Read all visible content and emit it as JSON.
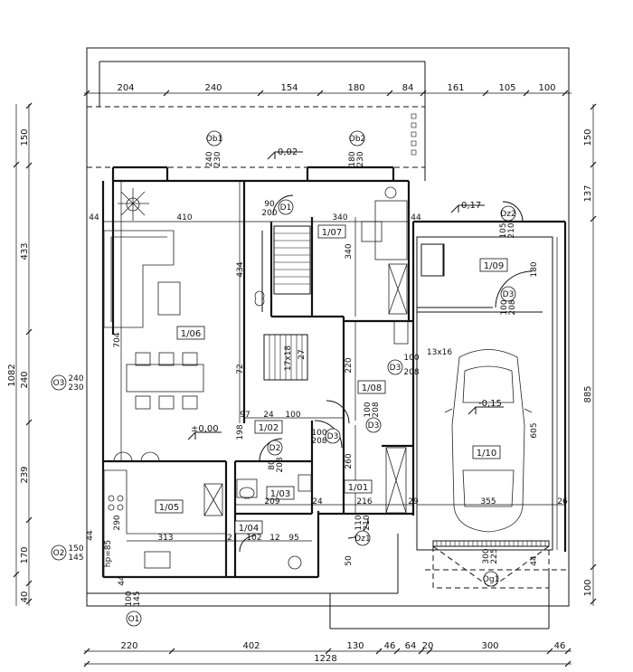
{
  "top_dims": [
    "204",
    "240",
    "154",
    "180",
    "84",
    "161",
    "105",
    "100"
  ],
  "bottom_dims": [
    "220",
    "402",
    "130",
    "46",
    "64",
    "20",
    "300",
    "46"
  ],
  "bottom_total": "1228",
  "left_outer_dims": [
    "150",
    "433",
    "1082",
    "170",
    "40"
  ],
  "left_inner_dims": [
    "240",
    "239"
  ],
  "right_dims": [
    "150",
    "137",
    "885",
    "100"
  ],
  "rooms": {
    "r107": "1/07",
    "r106": "1/06",
    "r105": "1/05",
    "r104": "1/04",
    "r103": "1/03",
    "r102": "1/02",
    "r101": "1/01",
    "r108": "1/08",
    "r109": "1/09",
    "r110": "1/10"
  },
  "levels": {
    "l1": "0,02",
    "l2": "0,17",
    "l3": "±0,00",
    "l4": "-0,15"
  },
  "symbols": {
    "ob1": "Ob1",
    "ob2": "Ob2",
    "d1": "D1",
    "d2": "D2",
    "d3a": "D3",
    "d3b": "D3",
    "d3c": "D3",
    "d3d": "D3",
    "dz1": "Dz1",
    "dz2": "Dz2",
    "og1": "Og1",
    "o1": "O1",
    "o2": "O2",
    "o3": "O3"
  },
  "labels": {
    "ob1_w": "240",
    "ob1_h": "230",
    "ob2_w": "180",
    "ob2_h": "230",
    "d1_w": "90",
    "d1_h": "200",
    "w44a": "44",
    "w410": "410",
    "w340": "340",
    "w44b": "44",
    "h434": "434",
    "h340": "340",
    "h704": "704",
    "h72": "72",
    "h198": "198",
    "h220": "220",
    "h260": "260",
    "h605": "605",
    "stairs": "17x18",
    "stairs_h": "27",
    "w97": "97",
    "w24a": "24",
    "w100a": "100",
    "d2_w": "80",
    "d2_h": "208",
    "d3_w": "100",
    "d3_h": "208",
    "d3b_w": "100",
    "d3b_h": "208",
    "d3c_w": "100",
    "d3c_h": "208",
    "d3d_w": "100",
    "d3d_h": "208",
    "dz2_w": "105",
    "dz2_h": "210",
    "dz1_w": "110",
    "dz1_h": "210",
    "w13x16": "13x16",
    "w180": "180",
    "w290": "290",
    "w313": "313",
    "w209": "209",
    "w24b": "24",
    "w216": "216",
    "w29": "29",
    "w355": "355",
    "w26": "26",
    "w2": "2",
    "w102": "102",
    "w12": "12",
    "w95": "95",
    "w50": "50",
    "w44c": "44",
    "o2_w": "150",
    "o2_h": "145",
    "o3_w": "240",
    "o3_h": "230",
    "o1_w": "100",
    "o1_h": "145",
    "hp": "hp=85",
    "w44d": "44",
    "w44e": "44",
    "og1_w": "300",
    "og1_h": "225"
  }
}
